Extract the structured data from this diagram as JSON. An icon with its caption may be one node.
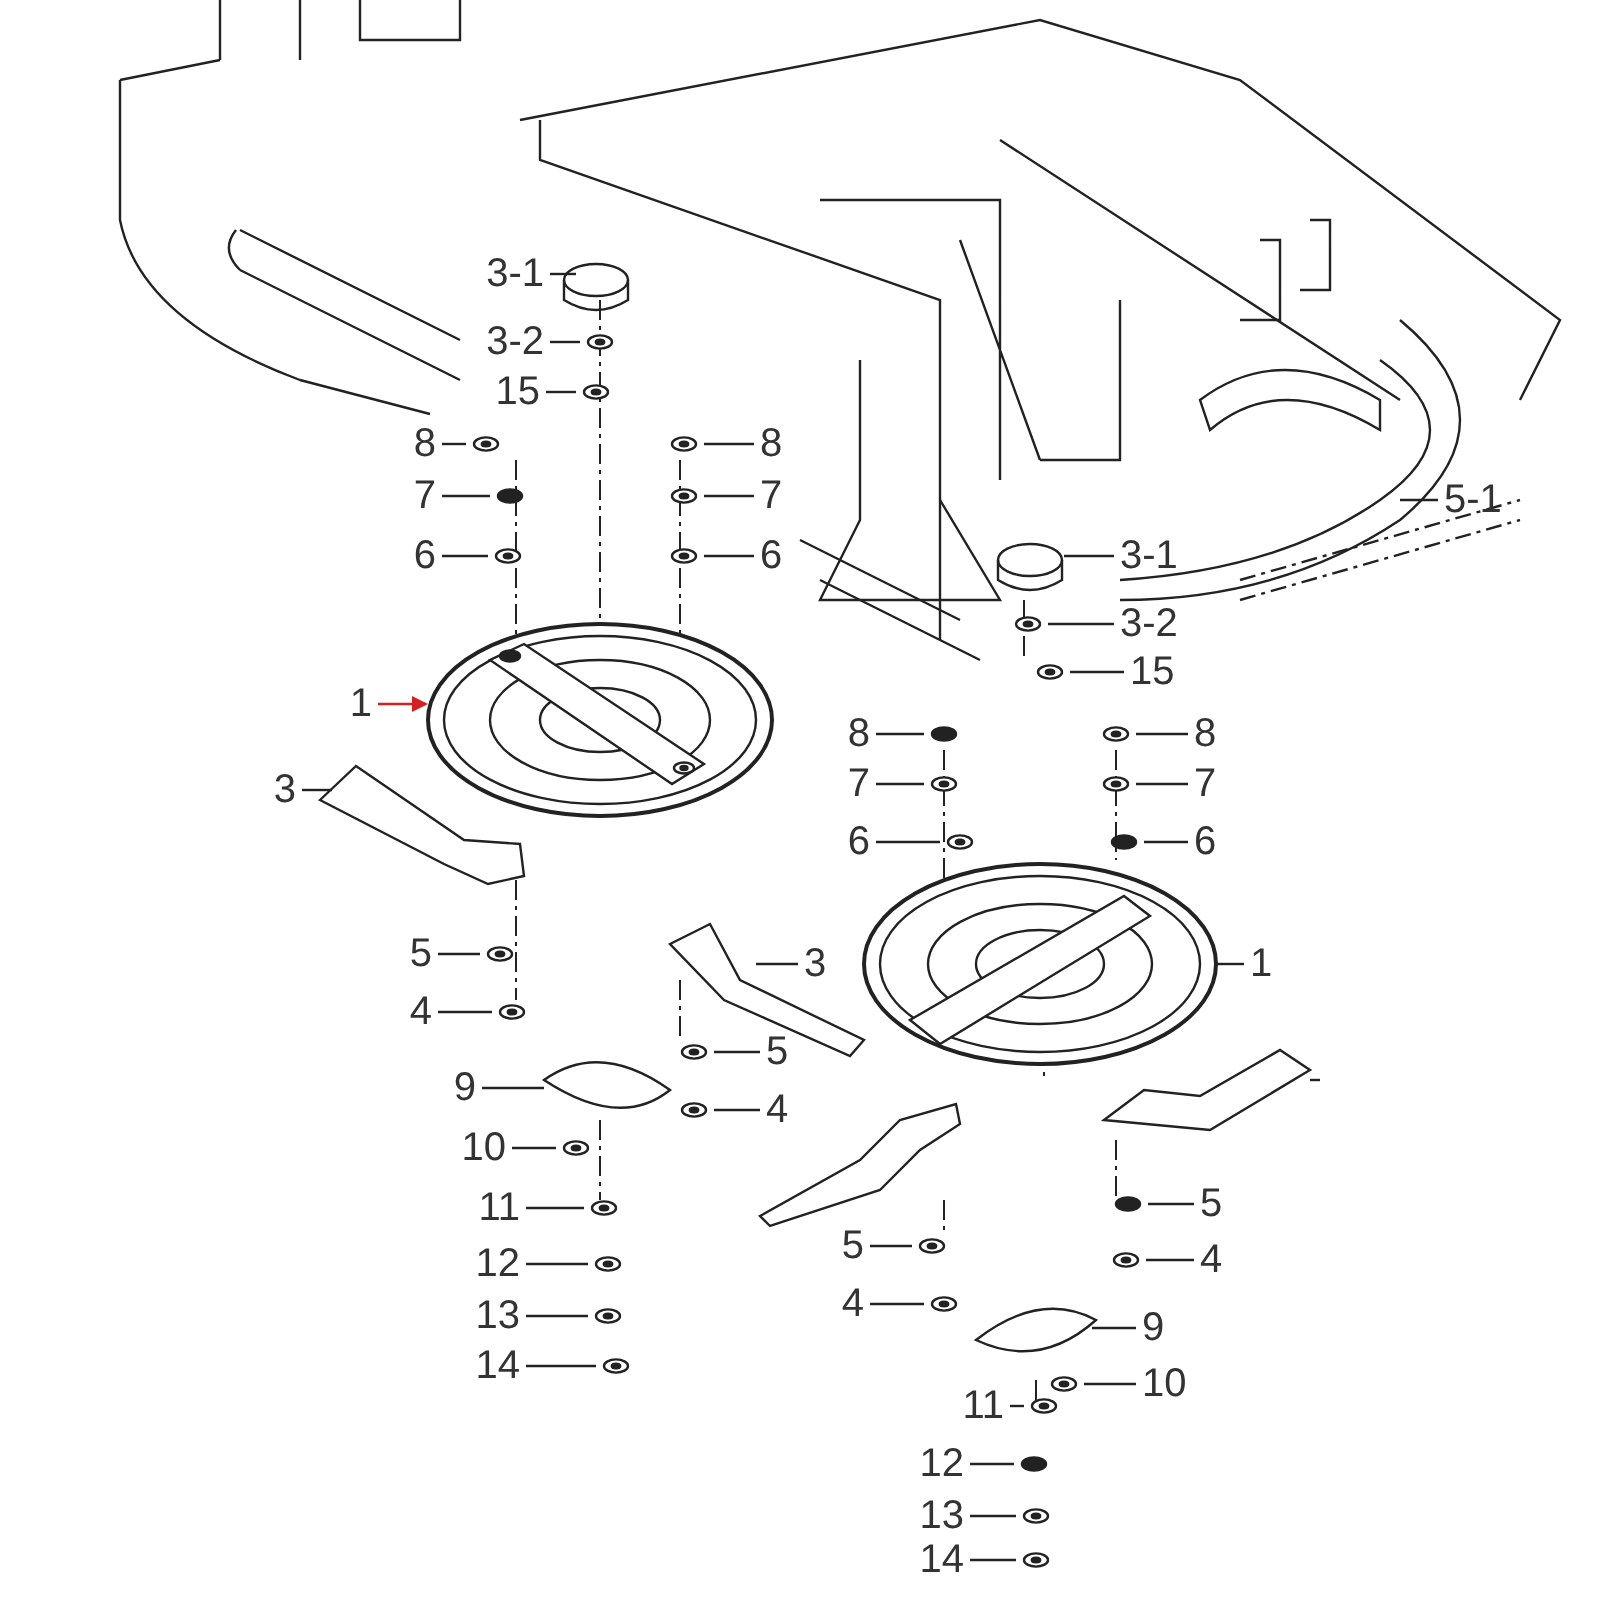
{
  "diagram": {
    "nodes": [
      {
        "text": [
          "3-1"
        ]
      },
      {
        "text": [
          "3-2"
        ]
      },
      {
        "text": [
          "15"
        ]
      },
      {
        "text": [
          "8"
        ]
      },
      {
        "text": [
          "8"
        ]
      },
      {
        "text": [
          "7"
        ]
      },
      {
        "text": [
          "7"
        ]
      },
      {
        "text": [
          "6"
        ]
      },
      {
        "text": [
          "6"
        ]
      },
      {
        "text": [
          "5-1"
        ]
      },
      {
        "text": [
          "3-1"
        ]
      },
      {
        "text": [
          "3-2"
        ]
      },
      {
        "text": [
          "15"
        ]
      },
      {
        "text": [
          "1"
        ]
      },
      {
        "text": [
          "3"
        ]
      },
      {
        "text": [
          "8"
        ]
      },
      {
        "text": [
          "8"
        ]
      },
      {
        "text": [
          "7"
        ]
      },
      {
        "text": [
          "7"
        ]
      },
      {
        "text": [
          "6"
        ]
      },
      {
        "text": [
          "6"
        ]
      },
      {
        "text": [
          "5"
        ]
      },
      {
        "text": [
          "3"
        ]
      },
      {
        "text": [
          "1"
        ]
      },
      {
        "text": [
          "4"
        ]
      },
      {
        "text": [
          "9"
        ]
      },
      {
        "text": [
          "5"
        ]
      },
      {
        "text": [
          "4"
        ]
      },
      {
        "text": [
          "10"
        ]
      },
      {
        "text": [
          "11"
        ]
      },
      {
        "text": [
          "5"
        ]
      },
      {
        "text": [
          "12"
        ]
      },
      {
        "text": [
          "4"
        ]
      },
      {
        "text": [
          "5"
        ]
      },
      {
        "text": [
          "13"
        ]
      },
      {
        "text": [
          "9"
        ]
      },
      {
        "text": [
          "4"
        ]
      },
      {
        "text": [
          "14"
        ]
      },
      {
        "text": [
          "10"
        ]
      },
      {
        "text": [
          "11"
        ]
      },
      {
        "text": [
          "12"
        ]
      },
      {
        "text": [
          "13"
        ]
      },
      {
        "text": [
          "14"
        ]
      }
    ],
    "edges": [
      {
        "from": 0,
        "to": null,
        "arrow": "none"
      },
      {
        "from": 1,
        "to": null,
        "arrow": "none"
      },
      {
        "from": 2,
        "to": null,
        "arrow": "none"
      },
      {
        "from": 3,
        "to": null,
        "arrow": "none"
      },
      {
        "from": 4,
        "to": null,
        "arrow": "none"
      },
      {
        "from": 5,
        "to": null,
        "arrow": "none"
      },
      {
        "from": 6,
        "to": null,
        "arrow": "none"
      },
      {
        "from": 7,
        "to": null,
        "arrow": "none"
      },
      {
        "from": 8,
        "to": null,
        "arrow": "none"
      },
      {
        "from": 9,
        "to": null,
        "arrow": "none"
      },
      {
        "from": 10,
        "to": null,
        "arrow": "none"
      },
      {
        "from": 11,
        "to": null,
        "arrow": "none"
      },
      {
        "from": 12,
        "to": null,
        "arrow": "none"
      },
      {
        "from": 13,
        "to": null,
        "arrow": "to",
        "color": "#d62020"
      },
      {
        "from": 14,
        "to": null,
        "arrow": "none"
      },
      {
        "from": 15,
        "to": null,
        "arrow": "none"
      },
      {
        "from": 16,
        "to": null,
        "arrow": "none"
      },
      {
        "from": 17,
        "to": null,
        "arrow": "none"
      },
      {
        "from": 18,
        "to": null,
        "arrow": "none"
      },
      {
        "from": 19,
        "to": null,
        "arrow": "none"
      },
      {
        "from": 20,
        "to": null,
        "arrow": "none"
      },
      {
        "from": 21,
        "to": null,
        "arrow": "none"
      },
      {
        "from": 22,
        "to": null,
        "arrow": "none"
      },
      {
        "from": 23,
        "to": null,
        "arrow": "none"
      },
      {
        "from": 24,
        "to": null,
        "arrow": "none"
      },
      {
        "from": 25,
        "to": null,
        "arrow": "none"
      },
      {
        "from": 26,
        "to": null,
        "arrow": "none"
      },
      {
        "from": 27,
        "to": null,
        "arrow": "none"
      },
      {
        "from": 28,
        "to": null,
        "arrow": "none"
      },
      {
        "from": 29,
        "to": null,
        "arrow": "none"
      },
      {
        "from": 30,
        "to": null,
        "arrow": "none"
      },
      {
        "from": 31,
        "to": null,
        "arrow": "none"
      },
      {
        "from": 32,
        "to": null,
        "arrow": "none"
      },
      {
        "from": 33,
        "to": null,
        "arrow": "none"
      },
      {
        "from": 34,
        "to": null,
        "arrow": "none"
      },
      {
        "from": 35,
        "to": null,
        "arrow": "none"
      },
      {
        "from": 36,
        "to": null,
        "arrow": "none"
      },
      {
        "from": 37,
        "to": null,
        "arrow": "none"
      },
      {
        "from": 38,
        "to": null,
        "arrow": "none"
      },
      {
        "from": 39,
        "to": null,
        "arrow": "none"
      },
      {
        "from": 40,
        "to": null,
        "arrow": "none"
      },
      {
        "from": 41,
        "to": null,
        "arrow": "none"
      },
      {
        "from": 42,
        "to": null,
        "arrow": "none"
      }
    ]
  }
}
